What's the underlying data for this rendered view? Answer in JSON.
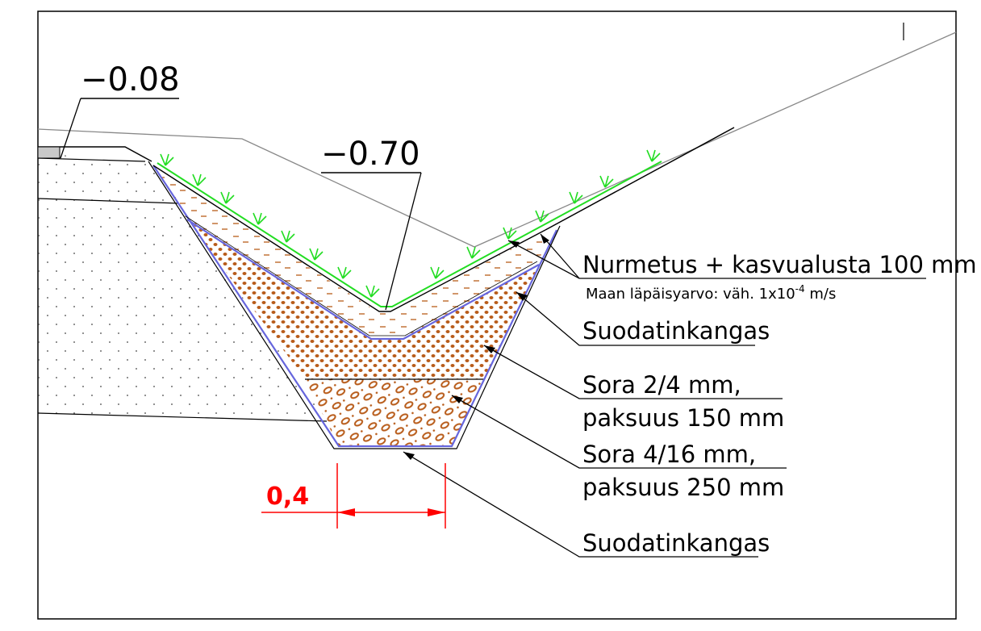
{
  "drawing": {
    "elevations": {
      "left": "−0.08",
      "center": "−0.70"
    },
    "labels": {
      "grass_topsoil": "Nurmetus + kasvualusta 100 mm",
      "permeability_prefix": "Maan läpäisyarvo: väh. 1x10",
      "permeability_exp": "-4",
      "permeability_unit": " m/s",
      "geotextile_upper": "Suodatinkangas",
      "gravel_fine_line1": "Sora 2/4 mm,",
      "gravel_fine_line2": "paksuus 150 mm",
      "gravel_coarse_line1": "Sora 4/16 mm,",
      "gravel_coarse_line2": "paksuus 250 mm",
      "geotextile_lower": "Suodatinkangas"
    },
    "dimension": {
      "bottom_width": "0,4"
    },
    "colors": {
      "grass": "#22dd22",
      "geotextile": "#8888ee",
      "gravel": "#b85c1a",
      "dimension": "#ff0000",
      "lines": "#000000",
      "terrain_line": "#888888"
    }
  }
}
